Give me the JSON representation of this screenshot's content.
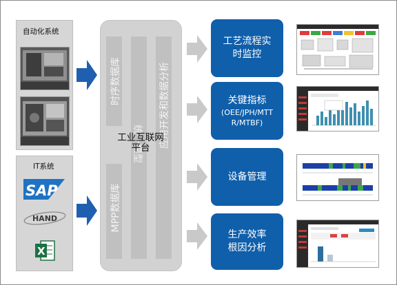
{
  "automation": {
    "title": "自动化系统"
  },
  "it": {
    "title": "IT系统",
    "logos": [
      {
        "name": "SAP",
        "color": "#1f73c4"
      },
      {
        "name": "HAND",
        "color": "#3a3a3a"
      },
      {
        "name": "Excel",
        "color": "#1e7145"
      }
    ]
  },
  "platform": {
    "title_line1": "工业互联网",
    "title_line2": "平台",
    "pillars": [
      "时序数据库",
      "MPP数据库",
      "统一模型",
      "应用开发和数据分析"
    ]
  },
  "modules": [
    {
      "title": "工艺流程实时监控"
    },
    {
      "title": "关键指标",
      "subtitle": "(OEE/JPH/MTTR/MTBF)"
    },
    {
      "title": "设备管理"
    },
    {
      "title": "生产效率根因分析"
    }
  ],
  "colors": {
    "module_blue": "#0f5fab",
    "arrow_blue": "#1f5fb0",
    "arrow_grey": "#c9c9c9",
    "panel_grey": "#d6d6d6",
    "excel_green": "#1e7145"
  }
}
